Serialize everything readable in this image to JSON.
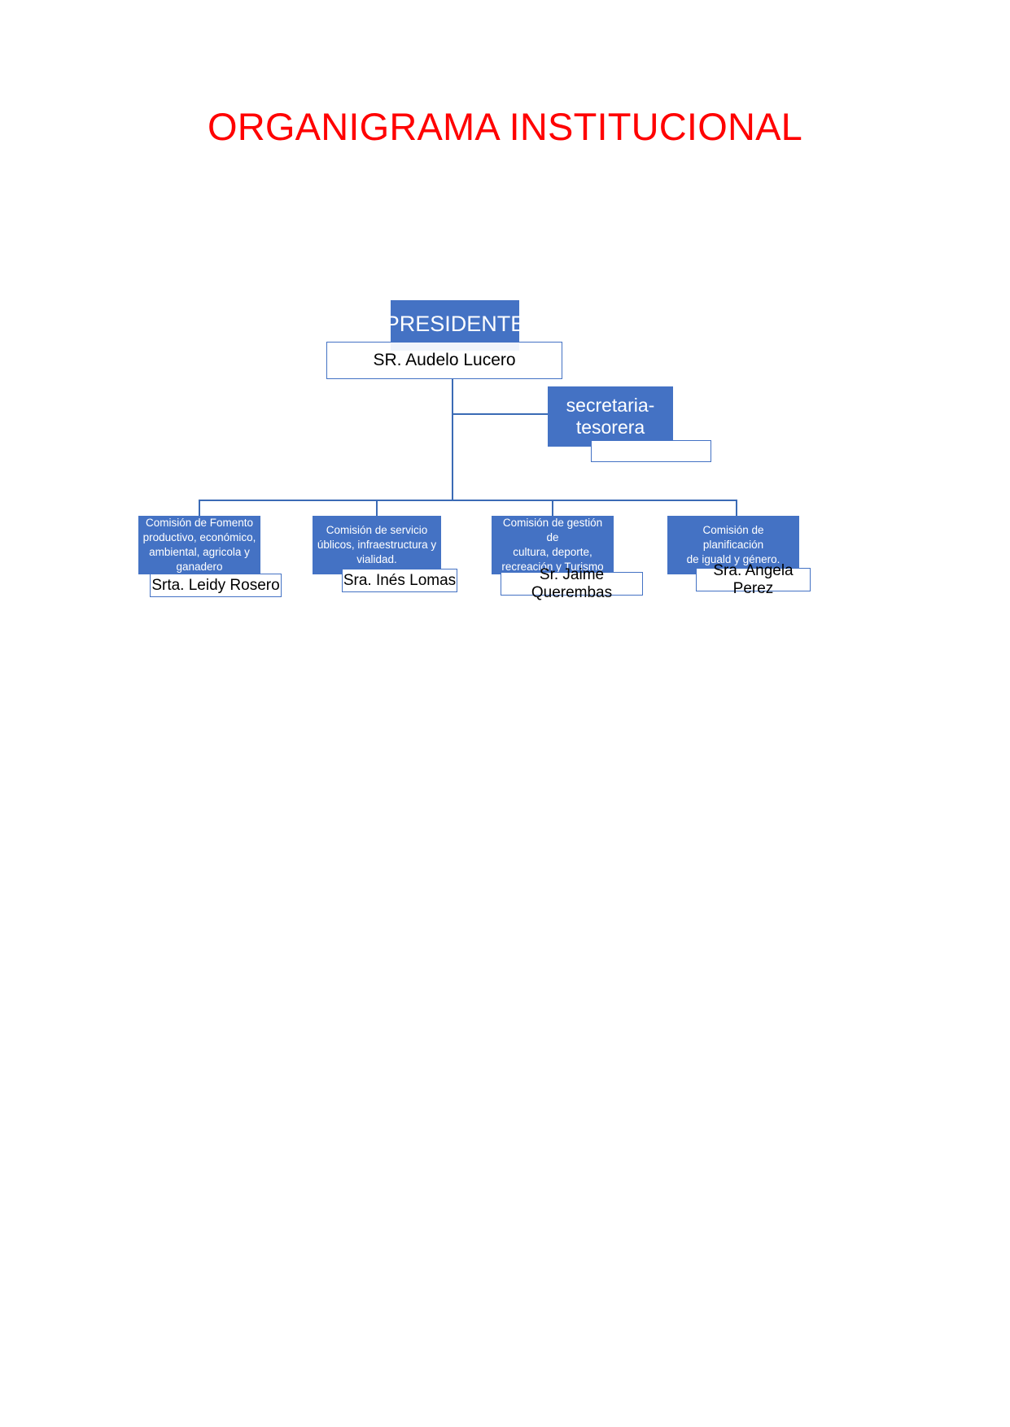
{
  "title": "ORGANIGRAMA INSTITUCIONAL",
  "colors": {
    "title_red": "#FF0000",
    "node_blue": "#4472C4",
    "line_blue": "#3B6BB5",
    "node_text": "#FFFFFF",
    "name_text": "#000000"
  },
  "org": {
    "president": {
      "role": "PRESIDENTE",
      "name": "SR. Audelo Lucero"
    },
    "secretary": {
      "role": "secretaria-tesorera",
      "role_line1": "secretaria-",
      "role_line2": "tesorera",
      "name": ""
    },
    "commissions": [
      {
        "role": "Comisión de Fomento productivo, económico, ambiental, agricola y ganadero",
        "lines": [
          "Comisión de Fomento",
          "productivo, económico,",
          "ambiental, agricola y",
          "ganadero"
        ],
        "name": "Srta. Leidy Rosero"
      },
      {
        "role": "Comisión de servicio úblicos, infraestructura y vialidad.",
        "lines": [
          "Comisión de servicio",
          "úblicos, infraestructura y",
          "vialidad."
        ],
        "name": "Sra. Inés Lomas"
      },
      {
        "role": "Comisión de gestión de cultura, deporte, recreación y Turismo",
        "lines": [
          "Comisión de gestión de",
          "cultura, deporte,",
          "recreación y Turismo"
        ],
        "name": "Sr. Jaime Querembas"
      },
      {
        "role": "Comisión de planificación de iguald y género.",
        "lines": [
          "Comisión de planificación",
          "de iguald y género."
        ],
        "name": "Sra. Angela Perez"
      }
    ]
  }
}
